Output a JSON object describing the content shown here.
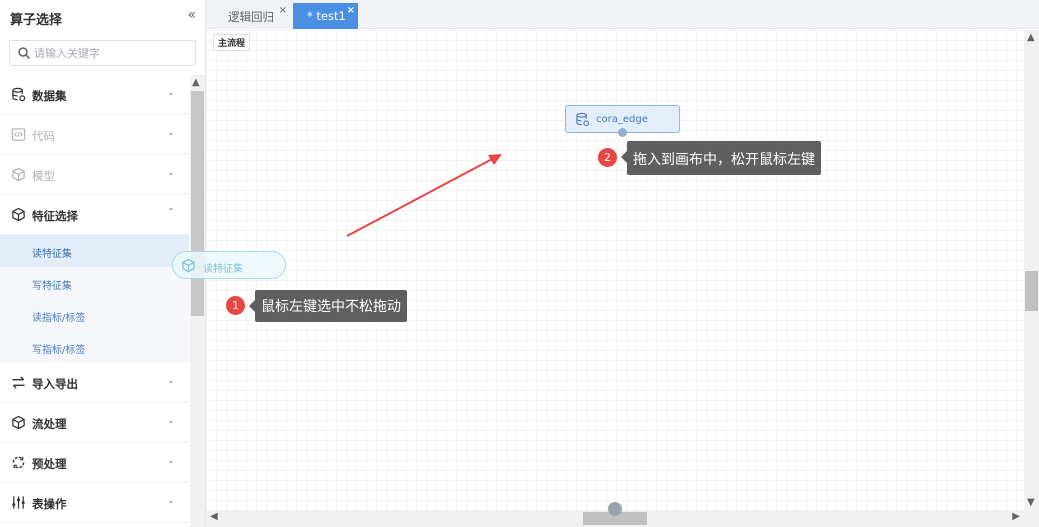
{
  "sidebar": {
    "title": "算子选择",
    "collapse_icon": "«",
    "search_placeholder": "请输入关键字",
    "categories": [
      {
        "label": "数据集",
        "icon": "database-icon",
        "chevron": "⌄",
        "disabled": false
      },
      {
        "label": "代码",
        "icon": "code-icon",
        "chevron": "⌄",
        "disabled": true
      },
      {
        "label": "模型",
        "icon": "cube-icon",
        "chevron": "⌄",
        "disabled": true
      },
      {
        "label": "特征选择",
        "icon": "cube-icon",
        "chevron": "⌃",
        "disabled": false,
        "children": [
          "读特征集",
          "写特征集",
          "读指标/标签",
          "写指标/标签"
        ]
      },
      {
        "label": "导入导出",
        "icon": "swap-icon",
        "chevron": "⌄",
        "disabled": false
      },
      {
        "label": "流处理",
        "icon": "cube-icon",
        "chevron": "⌄",
        "disabled": false
      },
      {
        "label": "预处理",
        "icon": "refresh-icon",
        "chevron": "⌄",
        "disabled": false
      },
      {
        "label": "表操作",
        "icon": "sliders-icon",
        "chevron": "⌄",
        "disabled": false
      }
    ]
  },
  "tabs": [
    {
      "label": "逻辑回归",
      "close": "×",
      "active": false
    },
    {
      "label": "* test1",
      "close": "×",
      "active": true
    }
  ],
  "canvas": {
    "flow_label": "主流程",
    "node": {
      "label": "cora_edge",
      "icon": "database-icon"
    },
    "drag_ghost": {
      "label": "读特征集",
      "icon": "cube-icon"
    },
    "tips": [
      {
        "number": "1",
        "text": "鼠标左键选中不松拖动"
      },
      {
        "number": "2",
        "text": "拖入到画布中，松开鼠标左键"
      }
    ],
    "arrow_color": "#e84545"
  },
  "colors": {
    "accent": "#4a90e2",
    "badge": "#e84545"
  }
}
